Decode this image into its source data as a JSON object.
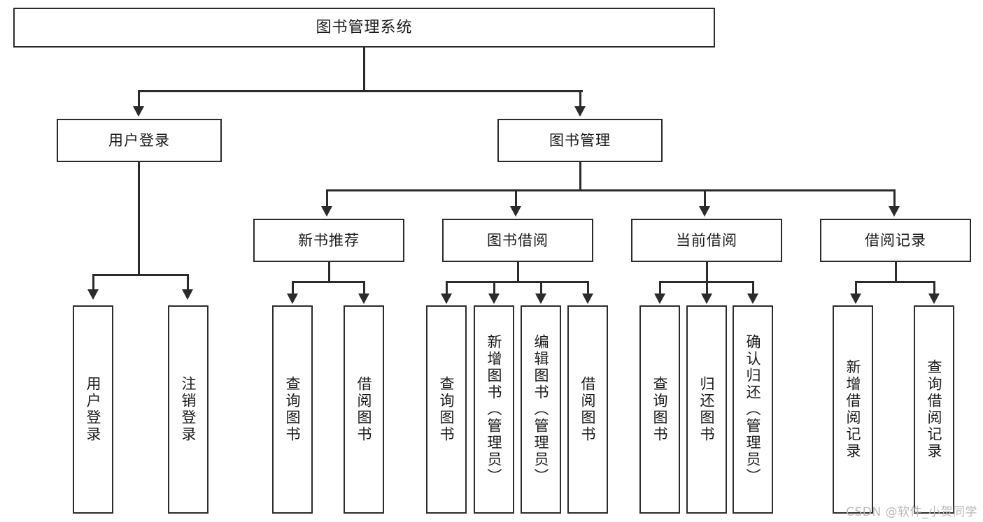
{
  "diagram": {
    "title": "图书管理系统",
    "watermark": "CSDN @软件_小贺同学"
  },
  "nodes": {
    "root": {
      "label": "图书管理系统"
    },
    "level2": [
      {
        "id": "user-login",
        "label": "用户登录"
      },
      {
        "id": "book-management",
        "label": "图书管理"
      }
    ],
    "level3": [
      {
        "id": "new-book-recommend",
        "label": "新书推荐"
      },
      {
        "id": "book-borrow",
        "label": "图书借阅"
      },
      {
        "id": "current-borrow",
        "label": "当前借阅"
      },
      {
        "id": "borrow-record",
        "label": "借阅记录"
      }
    ],
    "leaves": {
      "user_login": [
        {
          "id": "leaf-user-login",
          "label": "用户登录"
        },
        {
          "id": "leaf-logout-login",
          "label": "注销登录"
        }
      ],
      "new_book_recommend": [
        {
          "id": "leaf-query-book-1",
          "label": "查询图书"
        },
        {
          "id": "leaf-borrow-book-1",
          "label": "借阅图书"
        }
      ],
      "book_borrow": [
        {
          "id": "leaf-query-book-2",
          "label": "查询图书"
        },
        {
          "id": "leaf-add-book-admin",
          "label": "新增图书（管理员）"
        },
        {
          "id": "leaf-edit-book-admin",
          "label": "编辑图书（管理员）"
        },
        {
          "id": "leaf-borrow-book-2",
          "label": "借阅图书"
        }
      ],
      "current_borrow": [
        {
          "id": "leaf-query-book-3",
          "label": "查询图书"
        },
        {
          "id": "leaf-return-book",
          "label": "归还图书"
        },
        {
          "id": "leaf-confirm-return-admin",
          "label": "确认归还（管理员）"
        }
      ],
      "borrow_record": [
        {
          "id": "leaf-add-borrow-record",
          "label": "新增借阅记录"
        },
        {
          "id": "leaf-query-borrow-record",
          "label": "查询借阅记录"
        }
      ]
    }
  },
  "colors": {
    "stroke": "#2b2b2b",
    "text": "#1a1a1a",
    "background": "#ffffff",
    "watermark": "#b9b9b9"
  }
}
